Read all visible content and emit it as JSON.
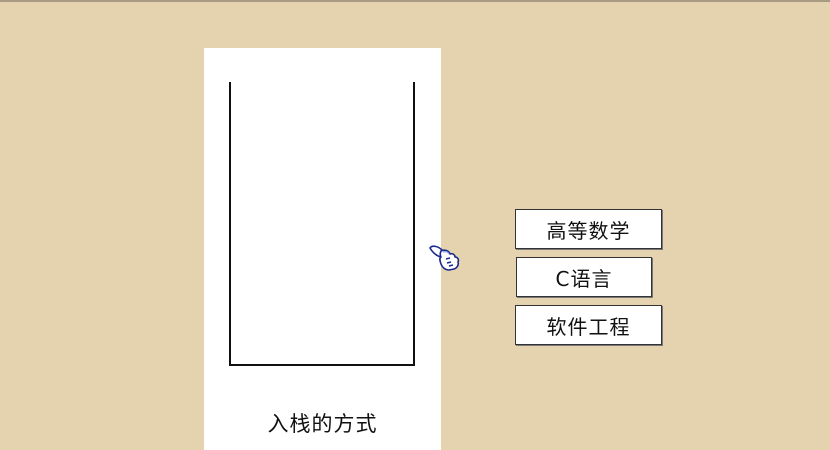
{
  "stack_panel": {
    "caption": "入栈的方式"
  },
  "books": [
    {
      "label": "高等数学"
    },
    {
      "label": "C语言"
    },
    {
      "label": "软件工程"
    }
  ],
  "cursor": {
    "icon": "hand-pointer-icon"
  },
  "colors": {
    "background": "#e4d3ae",
    "panel": "#ffffff",
    "line": "#111111"
  }
}
